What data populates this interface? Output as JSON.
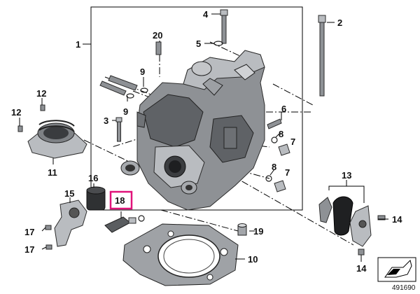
{
  "diagram": {
    "callouts": [
      {
        "id": "c1",
        "text": "1"
      },
      {
        "id": "c2",
        "text": "2"
      },
      {
        "id": "c3",
        "text": "3"
      },
      {
        "id": "c4",
        "text": "4"
      },
      {
        "id": "c5",
        "text": "5"
      },
      {
        "id": "c6",
        "text": "6"
      },
      {
        "id": "c7a",
        "text": "7"
      },
      {
        "id": "c7b",
        "text": "7"
      },
      {
        "id": "c8a",
        "text": "8"
      },
      {
        "id": "c8b",
        "text": "8"
      },
      {
        "id": "c9a",
        "text": "9"
      },
      {
        "id": "c9b",
        "text": "9"
      },
      {
        "id": "c10",
        "text": "10"
      },
      {
        "id": "c11",
        "text": "11"
      },
      {
        "id": "c12a",
        "text": "12"
      },
      {
        "id": "c12b",
        "text": "12"
      },
      {
        "id": "c13",
        "text": "13"
      },
      {
        "id": "c14a",
        "text": "14"
      },
      {
        "id": "c14b",
        "text": "14"
      },
      {
        "id": "c15",
        "text": "15"
      },
      {
        "id": "c16",
        "text": "16"
      },
      {
        "id": "c17a",
        "text": "17"
      },
      {
        "id": "c17b",
        "text": "17"
      },
      {
        "id": "c18",
        "text": "18"
      },
      {
        "id": "c19",
        "text": "19"
      },
      {
        "id": "c20",
        "text": "20"
      }
    ],
    "highlight_color": "#e0137a",
    "diagram_number": "491690"
  }
}
